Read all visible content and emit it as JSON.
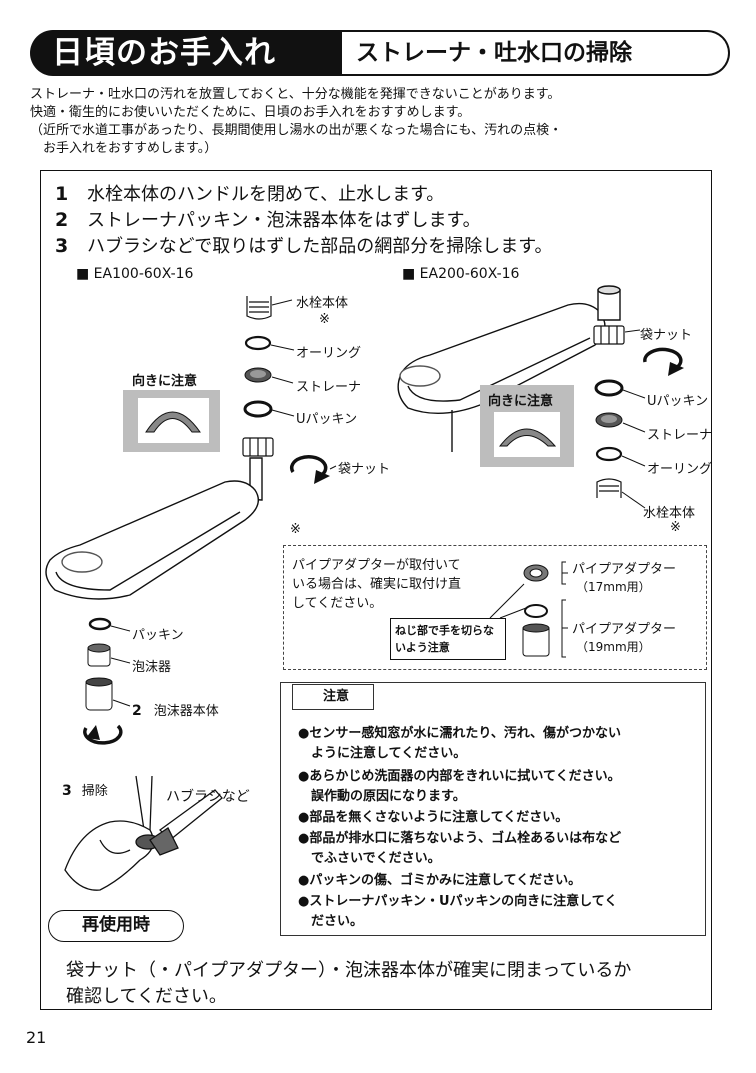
{
  "header": {
    "title": "日頃のお手入れ",
    "subtitle": "ストレーナ・吐水口の掃除"
  },
  "intro": [
    "ストレーナ・吐水口の汚れを放置しておくと、十分な機能を発揮できないことがあります。",
    "快適・衛生的にお使いいただくために、日頃のお手入れをおすすめします。",
    "（近所で水道工事があったり、長期間使用し湯水の出が悪くなった場合にも、汚れの点検・",
    "　お手入れをおすすめします。）"
  ],
  "steps": [
    {
      "num": "1",
      "text": "水栓本体のハンドルを閉めて、止水します。"
    },
    {
      "num": "2",
      "text": "ストレーナパッキン・泡沫器本体をはずします。"
    },
    {
      "num": "3",
      "text": "ハブラシなどで取りはずした部品の網部分を掃除します。"
    }
  ],
  "models": {
    "left": "■ EA100-60X-16",
    "right": "■ EA200-60X-16"
  },
  "left_parts": {
    "faucet_body": "水栓本体",
    "asterisk": "※",
    "o_ring": "オーリング",
    "strainer": "ストレーナ",
    "u_packing": "Uパッキン",
    "bag_nut": "袋ナット",
    "packing": "パッキン",
    "aerator": "泡沫器",
    "aerator_body_num": "2",
    "aerator_body": "泡沫器本体",
    "direction_caution": "向きに注意"
  },
  "right_parts": {
    "bag_nut": "袋ナット",
    "u_packing": "Uパッキン",
    "strainer": "ストレーナ",
    "o_ring": "オーリング",
    "faucet_body": "水栓本体",
    "asterisk": "※",
    "direction_caution": "向きに注意"
  },
  "adapter_note": {
    "marker": "※",
    "text": [
      "パイプアダプターが取付いて",
      "いる場合は、確実に取付け直",
      "してください。"
    ],
    "adapter_17": "パイプアダプター",
    "adapter_17_size": "（17mm用）",
    "adapter_19": "パイプアダプター",
    "adapter_19_size": "（19mm用）",
    "thread_notice": "ねじ部で手を切らないよう注意"
  },
  "cleaning": {
    "num": "3",
    "label": "掃除",
    "brush": "ハブラシなど"
  },
  "caution": {
    "title": "注意",
    "lines": [
      "●センサー感知窓が水に濡れたり、汚れ、傷がつかない",
      "　ように注意してください。",
      "●あらかじめ洗面器の内部をきれいに拭いてください。",
      "　誤作動の原因になります。",
      "●部品を無くさないように注意してください。",
      "●部品が排水口に落ちないよう、ゴム栓あるいは布など",
      "　でふさいでください。",
      "●パッキンの傷、ゴミかみに注意してください。",
      "●ストレーナパッキン・Uパッキンの向きに注意してく",
      "　ださい。"
    ]
  },
  "reuse": {
    "title": "再使用時",
    "lines": [
      "袋ナット（・パイプアダプター）・泡沫器本体が確実に閉まっているか",
      "確認してください。"
    ]
  },
  "page_number": "21"
}
